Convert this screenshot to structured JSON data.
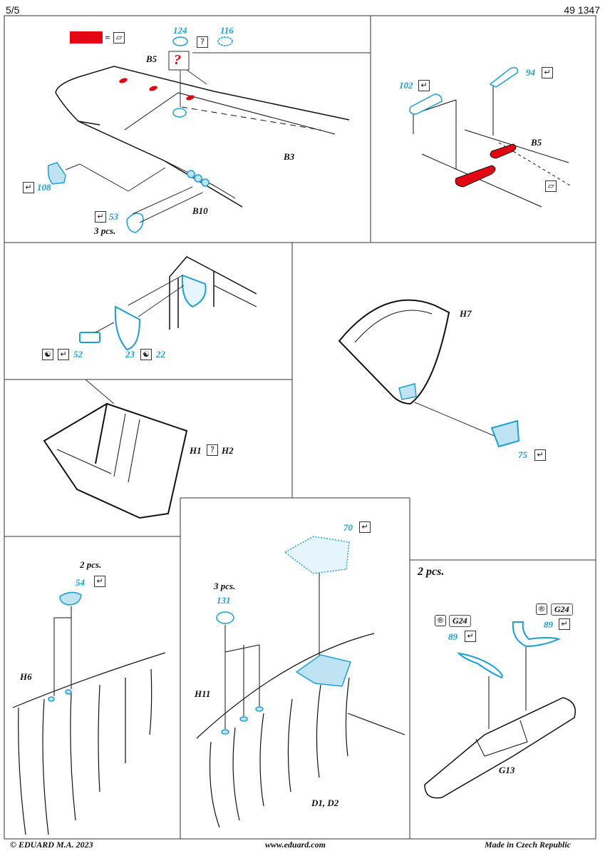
{
  "header": {
    "page": "5/5",
    "code": "49 1347"
  },
  "footer": {
    "copyright": "© EDUARD M.A. 2023",
    "website": "www.eduard.com",
    "origin": "Made in Czech Republic"
  },
  "legend": {
    "equals": "="
  },
  "panel1": {
    "n124": "124",
    "n116": "116",
    "q": "?",
    "q_big": "?",
    "b5": "B5",
    "b3": "B3",
    "b10": "B10",
    "n108": "108",
    "n53": "53",
    "pcs": "3 pcs."
  },
  "panel2": {
    "n102": "102",
    "n94": "94",
    "b5": "B5"
  },
  "panel3": {
    "n52": "52",
    "n23": "23",
    "n22": "22"
  },
  "panel4": {
    "h7": "H7",
    "n75": "75"
  },
  "panel5": {
    "h1": "H1",
    "q": "?",
    "h2": "H2"
  },
  "panel6": {
    "pcs": "2 pcs.",
    "n54": "54",
    "h6": "H6"
  },
  "panel7": {
    "n70": "70",
    "pcs": "3 pcs.",
    "n131": "131",
    "h11": "H11",
    "d": "D1, D2"
  },
  "panel8": {
    "pcs": "2 pcs.",
    "g24a": "G24",
    "g24b": "G24",
    "n89a": "89",
    "n89b": "89",
    "g13": "G13"
  },
  "colors": {
    "accent": "#1ba0d6",
    "fill": "#bfe3f2",
    "red": "#e30613",
    "line": "#222222"
  },
  "icons": {
    "fold": "fold-icon",
    "question": "question-icon",
    "paint": "paint-icon",
    "yinyang": "yinyang-icon"
  }
}
